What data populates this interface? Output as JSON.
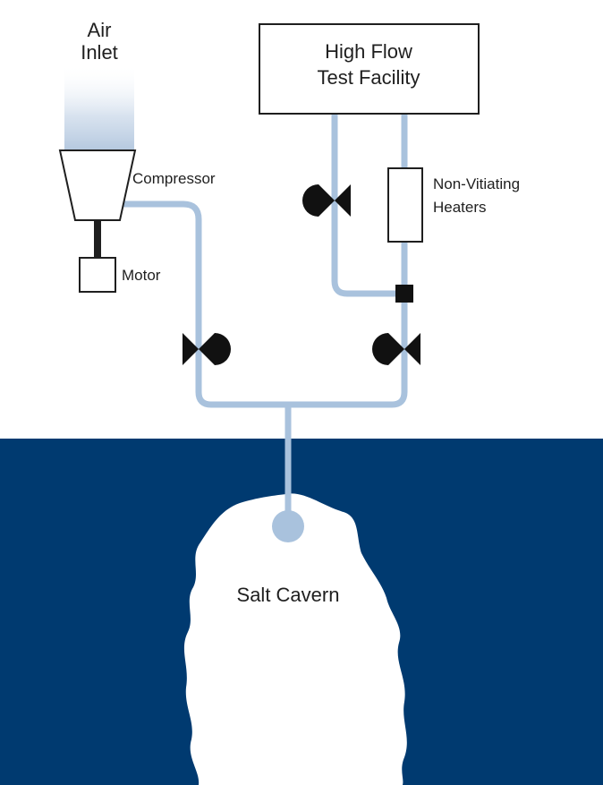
{
  "diagram": {
    "labels": {
      "air_inlet_line1": "Air",
      "air_inlet_line2": "Inlet",
      "compressor": "Compressor",
      "motor": "Motor",
      "facility_line1": "High Flow",
      "facility_line2": "Test Facility",
      "heaters_line1": "Non-Vitiating",
      "heaters_line2": "Heaters",
      "cavern": "Salt Cavern"
    },
    "colors": {
      "pipe": "#a9c2dd",
      "ground": "#003a70",
      "cavern": "#ffffff",
      "outline": "#1f1f1f",
      "valve": "#111111"
    }
  }
}
